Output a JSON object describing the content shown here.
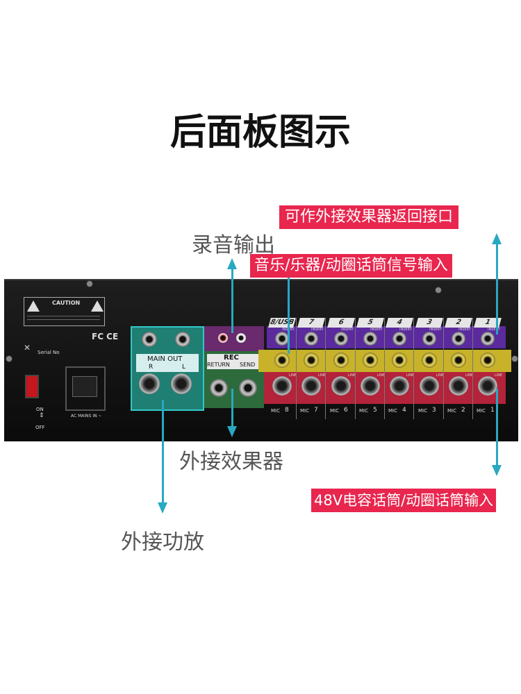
{
  "title": "后面板图示",
  "tags": {
    "insert_return": "可作外接效果器返回接口",
    "line_input": "音乐/乐器/动圈话筒信号输入",
    "mic_input": "48V电容话筒/动圈话筒输入"
  },
  "labels": {
    "rec_out": "录音输出",
    "ext_effects": "外接效果器",
    "ext_amp": "外接功放"
  },
  "panel": {
    "main_out": "MAIN OUT",
    "main_r": "R",
    "main_l": "L",
    "rec": "REC",
    "return": "RETURN",
    "send": "SEND",
    "on": "ON",
    "off": "OFF",
    "serial": "Serial No",
    "caution": "CAUTION",
    "fc_ce": "FC CE",
    "insert": "INSERT",
    "line": "LINE",
    "mic": "MIC",
    "ac_mains": "AC MAINS IN ~",
    "channels": [
      "8/USB",
      "7",
      "6",
      "5",
      "4",
      "3",
      "2",
      "1"
    ],
    "mic_nums": [
      "8",
      "7",
      "6",
      "5",
      "4",
      "3",
      "2",
      "1"
    ]
  },
  "colors": {
    "tag_bg": "#e8264e",
    "arrow": "#29a8c2",
    "insert_band": "#5b2a9e",
    "line_band": "#c7b22a",
    "mic_band": "#b3233a",
    "main_out_panel": "#1f7f73",
    "rec_panel": "#6a2a6e",
    "effect_panel": "#2d6a3c"
  }
}
